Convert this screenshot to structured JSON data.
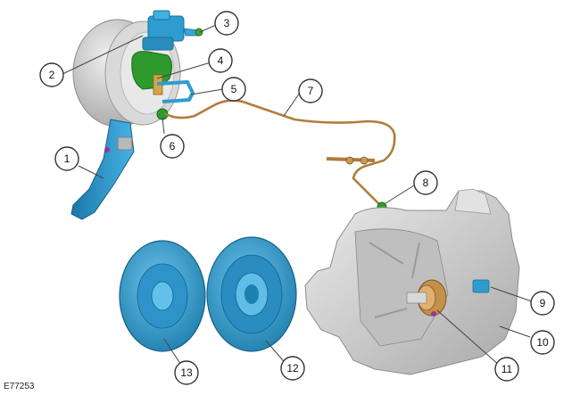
{
  "figure": {
    "id_label": "E77253",
    "callouts": [
      {
        "number": "1"
      },
      {
        "number": "2"
      },
      {
        "number": "3"
      },
      {
        "number": "4"
      },
      {
        "number": "5"
      },
      {
        "number": "6"
      },
      {
        "number": "7"
      },
      {
        "number": "8"
      },
      {
        "number": "9"
      },
      {
        "number": "10"
      },
      {
        "number": "11"
      },
      {
        "number": "12"
      },
      {
        "number": "13"
      }
    ]
  },
  "colors": {
    "booster_grey": "#c8c8c8",
    "component_blue": "#2f9ccf",
    "bracket_green": "#2e9a2e",
    "pipe_copper": "#b07d3a",
    "gearbox_grey": "#d2d2d2",
    "clutch_disc_blue": "#3aa3d6"
  }
}
